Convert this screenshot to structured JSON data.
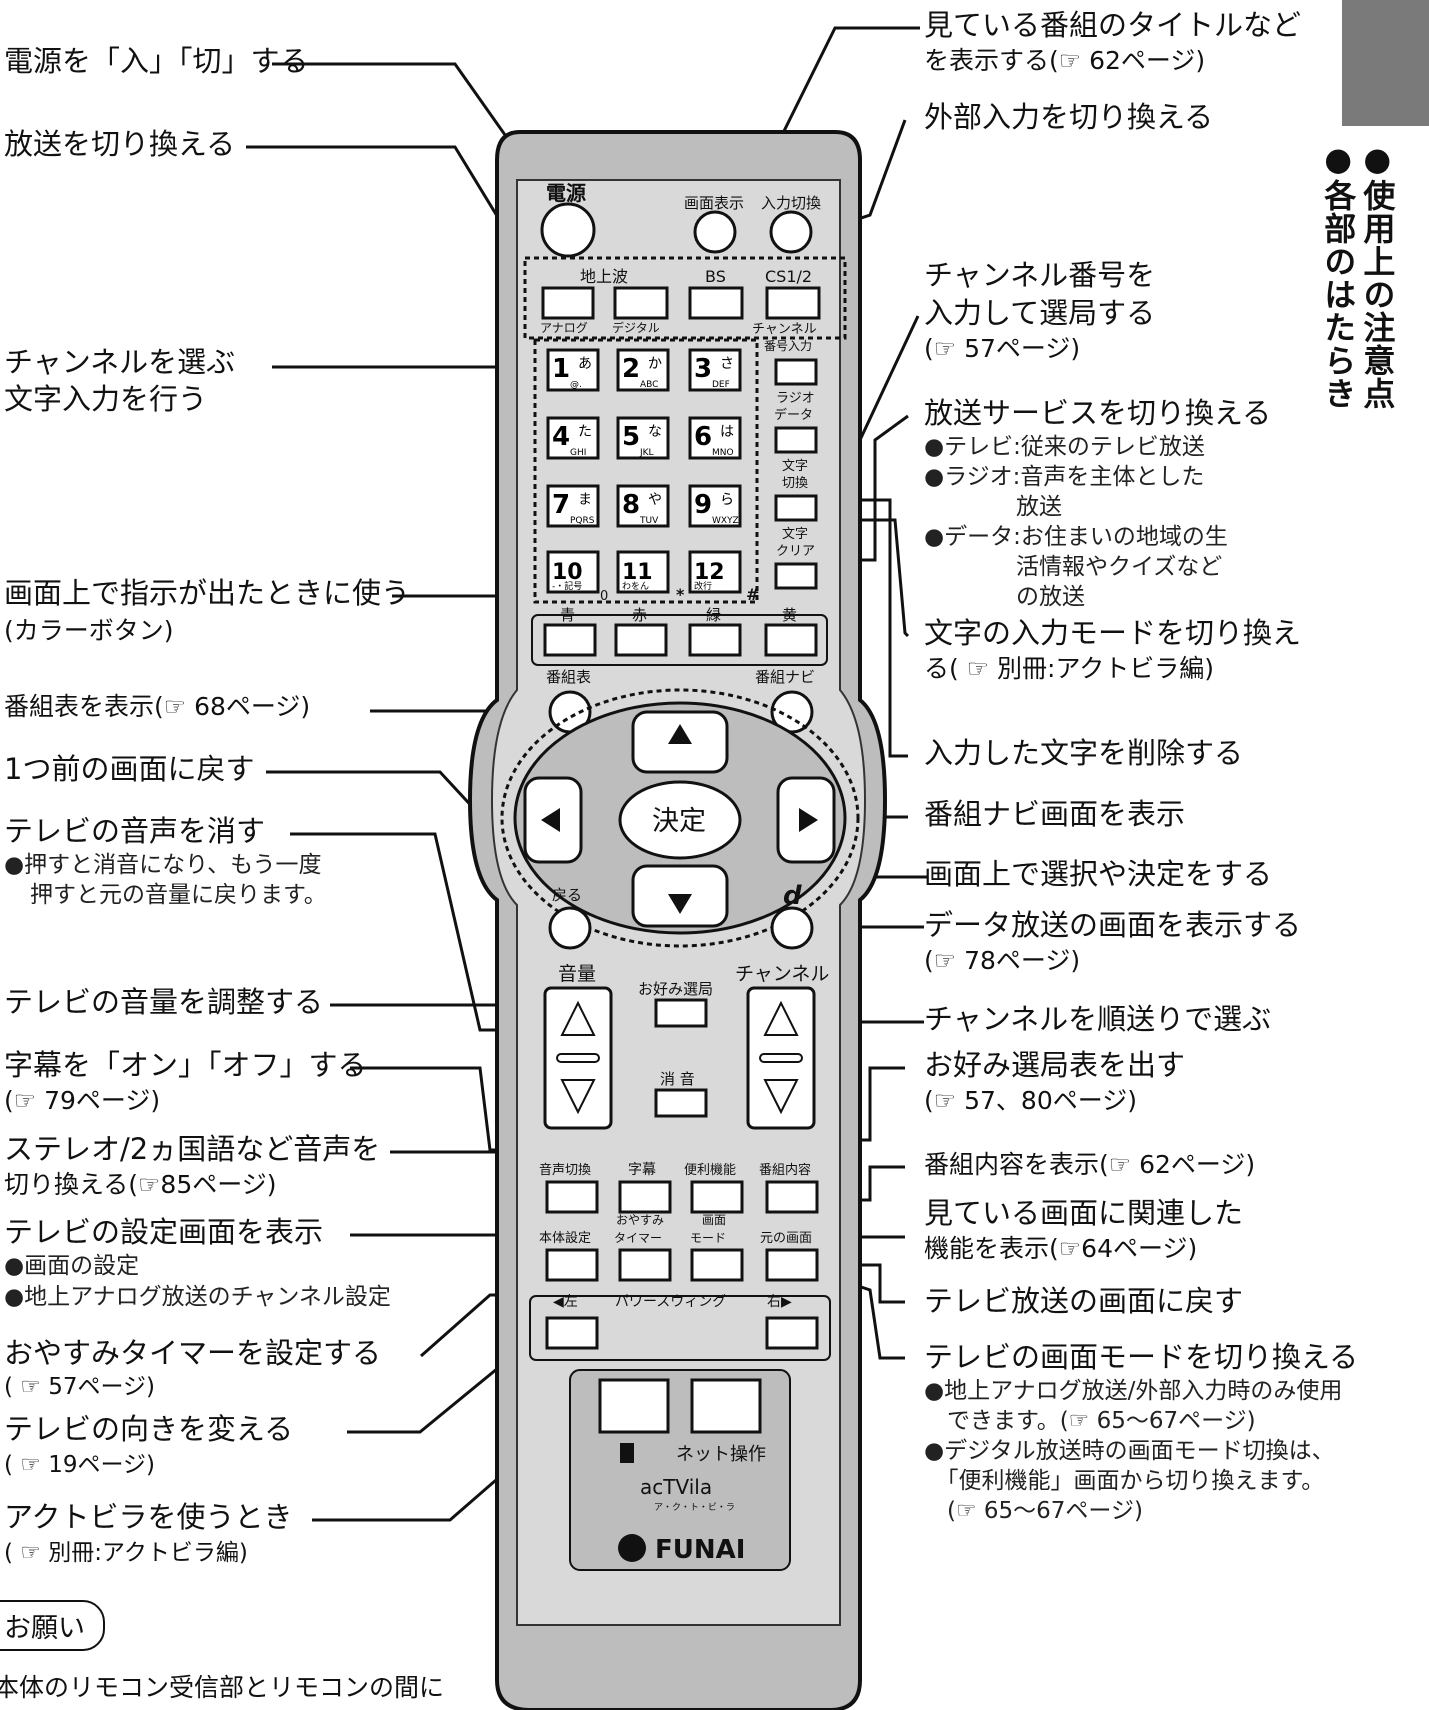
{
  "side_tab": {
    "lines": [
      "●各部のはたらき",
      "●使用上の注意点"
    ]
  },
  "left_labels": [
    {
      "text": "電源を「入」「切」する"
    },
    {
      "text": "放送を切り換える"
    },
    {
      "text": "チャンネルを選ぶ",
      "sub": "文字入力を行う"
    },
    {
      "text": "画面上で指示が出たときに使う",
      "sub": "(カラーボタン)"
    },
    {
      "text": "番組表を表示(☞ 68ページ)"
    },
    {
      "text": "1つ前の画面に戻す"
    },
    {
      "text": "テレビの音声を消す",
      "sub": "●押すと消音になり、もう一度",
      "sub2": "押すと元の音量に戻ります。"
    },
    {
      "text": "テレビの音量を調整する"
    },
    {
      "text": "字幕を「オン」「オフ」する",
      "sub": "(☞ 79ページ)"
    },
    {
      "text": "ステレオ/2ヵ国語など音声を",
      "sub": "切り換える(☞85ページ)"
    },
    {
      "text": "テレビの設定画面を表示",
      "sub": "●画面の設定",
      "sub2": "●地上アナログ放送のチャンネル設定"
    },
    {
      "text": "おやすみタイマーを設定する",
      "sub": "( ☞ 57ページ)"
    },
    {
      "text": "テレビの向きを変える",
      "sub": "( ☞ 19ページ)"
    },
    {
      "text": "アクトビラを使うとき",
      "sub": "( ☞ 別冊:アクトビラ編)"
    }
  ],
  "right_labels": [
    {
      "text": "見ている番組のタイトルなど",
      "sub": "を表示する(☞ 62ページ)"
    },
    {
      "text": "外部入力を切り換える"
    },
    {
      "text": "チャンネル番号を",
      "text2": "入力して選局する",
      "sub": "(☞ 57ページ)"
    },
    {
      "text": "放送サービスを切り換える",
      "items": [
        "●テレビ:従来のテレビ放送",
        "●ラジオ:音声を主体とした",
        "　　　　放送",
        "●データ:お住まいの地域の生",
        "　　　　活情報やクイズなど",
        "　　　　の放送"
      ]
    },
    {
      "text": "文字の入力モードを切り換え",
      "text2": "る( ☞ 別冊:アクトビラ編)"
    },
    {
      "text": "入力した文字を削除する"
    },
    {
      "text": "番組ナビ画面を表示"
    },
    {
      "text": "画面上で選択や決定をする"
    },
    {
      "text": "データ放送の画面を表示する",
      "sub": "(☞ 78ページ)"
    },
    {
      "text": "チャンネルを順送りで選ぶ"
    },
    {
      "text": "お好み選局表を出す",
      "sub": "(☞ 57、80ページ)"
    },
    {
      "text": "番組内容を表示(☞ 62ページ)"
    },
    {
      "text": "見ている画面に関連した",
      "text2": "機能を表示(☞64ページ)"
    },
    {
      "text": "テレビ放送の画面に戻す"
    },
    {
      "text": "テレビの画面モードを切り換える",
      "items": [
        "●地上アナログ放送/外部入力時のみ使用",
        "　できます。(☞ 65〜67ページ)",
        "●デジタル放送時の画面モード切換は、",
        "　「便利機能」画面から切り換えます。",
        "　(☞ 65〜67ページ)"
      ]
    }
  ],
  "remote": {
    "power": "電源",
    "display": "画面表示",
    "input": "入力切換",
    "terrestrial": "地上波",
    "analog": "アナログ",
    "digital": "デジタル",
    "bs": "BS",
    "cs": "CS1/2",
    "ch_input": [
      "チャンネル",
      "番号入力"
    ],
    "radio_data": [
      "ラジオ",
      "データ"
    ],
    "char_switch": [
      "文字",
      "切換"
    ],
    "char_clear": [
      "文字",
      "クリア"
    ],
    "digits": [
      {
        "n": "1",
        "k": "あ",
        "s": "@."
      },
      {
        "n": "2",
        "k": "か",
        "s": "ABC"
      },
      {
        "n": "3",
        "k": "さ",
        "s": "DEF"
      },
      {
        "n": "4",
        "k": "た",
        "s": "GHI"
      },
      {
        "n": "5",
        "k": "な",
        "s": "JKL"
      },
      {
        "n": "6",
        "k": "は",
        "s": "MNO"
      },
      {
        "n": "7",
        "k": "ま",
        "s": "PQRS"
      },
      {
        "n": "8",
        "k": "や",
        "s": "TUV"
      },
      {
        "n": "9",
        "k": "ら",
        "s": "WXYZ"
      },
      {
        "n": "10",
        "k": "",
        "s": "-・記号"
      },
      {
        "n": "11",
        "k": "",
        "s": "わをん"
      },
      {
        "n": "12",
        "k": "",
        "s": "改行"
      }
    ],
    "star": "*",
    "hash": "#",
    "zero": "0",
    "colors": [
      "青",
      "赤",
      "緑",
      "黄"
    ],
    "guide": "番組表",
    "navi": "番組ナビ",
    "ok": "決定",
    "back": "戻る",
    "d": "d",
    "volume": "音量",
    "channel": "チャンネル",
    "favorite": "お好み選局",
    "mute": "消 音",
    "audio": "音声切換",
    "subtitle": "字幕",
    "convenience": "便利機能",
    "program_info": "番組内容",
    "setup": "本体設定",
    "sleep": [
      "おやすみ",
      "タイマー"
    ],
    "screen_mode": [
      "画面",
      "モード"
    ],
    "original": "元の画面",
    "left_arrow": "◀左",
    "swing": "パワースウィング",
    "right_arrow": "右▶",
    "net": "ネット操作",
    "actvila": "acTVila",
    "actvila_kana": "ア・ク・ト・ビ・ラ",
    "brand": "FUNAI"
  },
  "notice": {
    "title": "お願い",
    "text": "本体のリモコン受信部とリモコンの間に"
  }
}
